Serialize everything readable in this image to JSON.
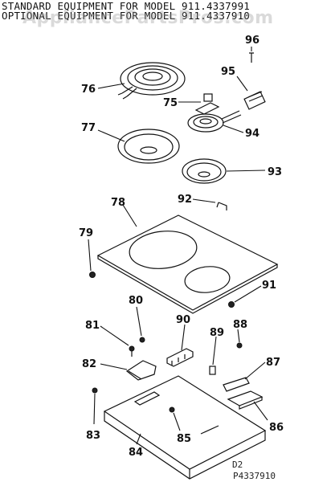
{
  "header": {
    "line1": "STANDARD EQUIPMENT FOR MODEL 911.4337991",
    "line2": "OPTIONAL EQUIPMENT FOR MODEL 911.4337910",
    "watermark": "AppliancePartsPros.com"
  },
  "parts": {
    "p75": "75",
    "p76": "76",
    "p77": "77",
    "p78": "78",
    "p79": "79",
    "p80": "80",
    "p81": "81",
    "p82": "82",
    "p83": "83",
    "p84": "84",
    "p85": "85",
    "p86": "86",
    "p87": "87",
    "p88": "88",
    "p89": "89",
    "p90": "90",
    "p91": "91",
    "p92": "92",
    "p93": "93",
    "p94": "94",
    "p95": "95",
    "p96": "96"
  },
  "footer": {
    "code": "D2",
    "drawing_number": "P4337910"
  }
}
